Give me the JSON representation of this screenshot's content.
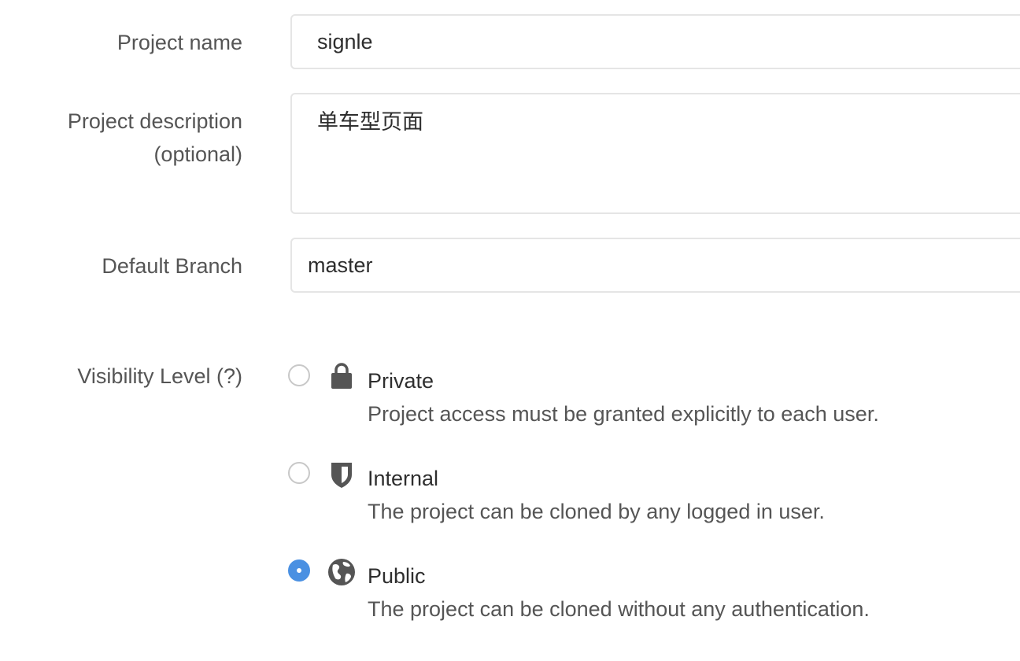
{
  "form": {
    "project_name": {
      "label": "Project name",
      "value": "signle"
    },
    "project_description": {
      "label_line1": "Project description",
      "label_line2": "(optional)",
      "value": "单车型页面"
    },
    "default_branch": {
      "label": "Default Branch",
      "value": "master"
    },
    "visibility": {
      "label": "Visibility Level (?)",
      "selected": "Public",
      "options": [
        {
          "title": "Private",
          "description": "Project access must be granted explicitly to each user.",
          "icon": "lock-icon",
          "checked": false
        },
        {
          "title": "Internal",
          "description": "The project can be cloned by any logged in user.",
          "icon": "shield-icon",
          "checked": false
        },
        {
          "title": "Public",
          "description": "The project can be cloned without any authentication.",
          "icon": "globe-icon",
          "checked": true
        }
      ]
    }
  },
  "colors": {
    "radio_checked": "#4a90e2",
    "icon": "#555555",
    "input_border": "#e5e5e5",
    "label_text": "#555555"
  }
}
